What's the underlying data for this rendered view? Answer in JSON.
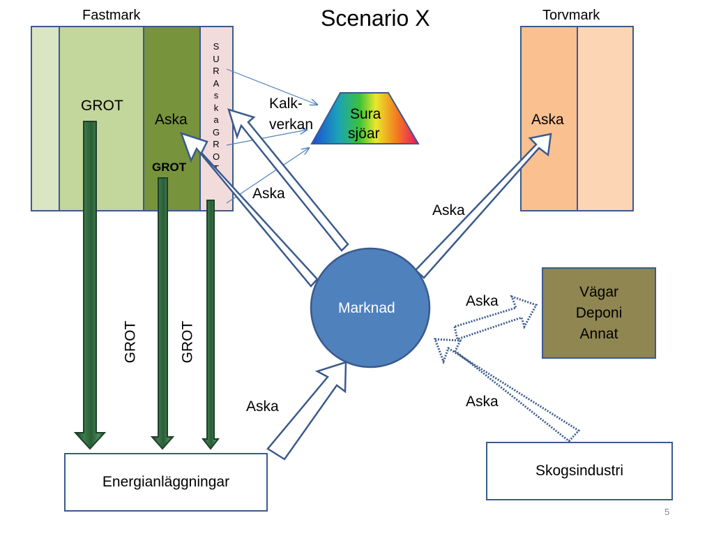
{
  "title": "Scenario X",
  "labels": {
    "fastmark": "Fastmark",
    "torvmark": "Torvmark",
    "grot_left": "GROT",
    "aska_fastmark": "Aska",
    "grot_bold": "GROT",
    "sura_vertical": [
      "S",
      "U",
      "R",
      "A",
      "s",
      "k",
      "a",
      "G",
      "R",
      "O",
      "T"
    ],
    "kalkverkan_line1": "Kalk-",
    "kalkverkan_line2": "verkan",
    "sura_sjoar_line1": "Sura",
    "sura_sjoar_line2": "sjöar",
    "aska_torvmark": "Aska",
    "aska_arrow_to_fastmark": "Aska",
    "aska_arrow_to_torvmark": "Aska",
    "marknad": "Marknad",
    "aska_to_vagar": "Aska",
    "vagar_line1": "Vägar",
    "vagar_line2": "Deponi",
    "vagar_line3": "Annat",
    "grot_vertical_1": "GROT",
    "grot_vertical_2": "GROT",
    "aska_from_energi": "Aska",
    "aska_from_skogsindustri": "Aska",
    "energi": "Energianläggningar",
    "skogsindustri": "Skogsindustri",
    "page_number": "5"
  },
  "colors": {
    "fastmark_col1": "#d9e5c3",
    "fastmark_col2": "#c3d69b",
    "fastmark_col3": "#77933c",
    "sura_strip": "#f2dcdb",
    "torv_col1": "#fac090",
    "torv_col2": "#fcd5b5",
    "marknad": "#4f81bd",
    "vagar": "#8f8651",
    "border": "#3a5a8c",
    "grot_arrow": "#2e5e3a"
  }
}
